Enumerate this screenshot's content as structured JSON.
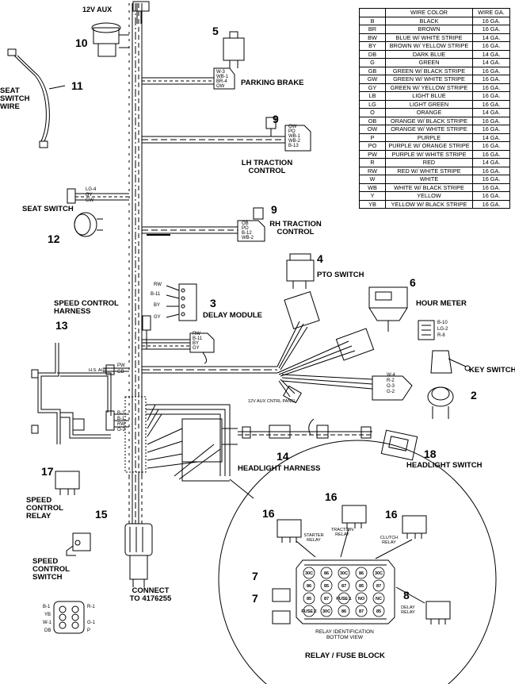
{
  "wire_table": {
    "headers": [
      "",
      "WIRE COLOR",
      "WIRE GA."
    ],
    "rows": [
      [
        "B",
        "BLACK",
        "16 GA."
      ],
      [
        "BR",
        "BROWN",
        "16 GA."
      ],
      [
        "BW",
        "BLUE W/ WHITE STRIPE",
        "14 GA."
      ],
      [
        "BY",
        "BROWN W/ YELLOW STRIPE",
        "16 GA."
      ],
      [
        "DB",
        "DARK BLUE",
        "14 GA."
      ],
      [
        "G",
        "GREEN",
        "14 GA."
      ],
      [
        "GB",
        "GREEN W/ BLACK STRIPE",
        "16 GA."
      ],
      [
        "GW",
        "GREEN W/ WHITE STRIPE",
        "16 GA."
      ],
      [
        "GY",
        "GREEN W/ YELLOW STRIPE",
        "16 GA."
      ],
      [
        "LB",
        "LIGHT BLUE",
        "16 GA."
      ],
      [
        "LG",
        "LIGHT GREEN",
        "16 GA."
      ],
      [
        "O",
        "ORANGE",
        "14 GA."
      ],
      [
        "OB",
        "ORANGE W/ BLACK STRIPE",
        "16 GA."
      ],
      [
        "OW",
        "ORANGE W/ WHITE STRIPE",
        "16 GA."
      ],
      [
        "P",
        "PURPLE",
        "14 GA."
      ],
      [
        "PO",
        "PURPLE W/ ORANGE STRIPE",
        "16 GA."
      ],
      [
        "PW",
        "PURPLE W/ WHITE STRIPE",
        "16 GA."
      ],
      [
        "R",
        "RED",
        "14 GA."
      ],
      [
        "RW",
        "RED W/ WHITE STRIPE",
        "16 GA."
      ],
      [
        "W",
        "WHITE",
        "16 GA."
      ],
      [
        "WB",
        "WHITE W/ BLACK STRIPE",
        "16 GA."
      ],
      [
        "Y",
        "YELLOW",
        "16 GA."
      ],
      [
        "YB",
        "YELLOW W/ BLACK STRIPE",
        "16 GA."
      ]
    ]
  },
  "callouts": {
    "aux12v": "12V AUX",
    "n10": "10",
    "n5": "5",
    "parking_brake": "PARKING BRAKE",
    "n11": "11",
    "seat_switch_wire": "SEAT SWITCH WIRE",
    "n9a": "9",
    "lh_traction": "LH TRACTION CONTROL",
    "seat_switch": "SEAT SWITCH",
    "n12": "12",
    "n9b": "9",
    "rh_traction": "RH TRACTION CONTROL",
    "n4": "4",
    "pto_switch": "PTO SWITCH",
    "n3": "3",
    "delay_module": "DELAY MODULE",
    "n6": "6",
    "hour_meter": "HOUR METER",
    "speed_control_harness": "SPEED CONTROL HARNESS",
    "n13": "13",
    "key_switch": "KEY SWITCH",
    "n2": "2",
    "aux_cntrl_panel": "12V AUX CNTRL PANEL",
    "hs_aux": "H.S. AUX",
    "n18": "18",
    "headlight_switch": "HEADLIGHT SWITCH",
    "n14": "14",
    "headlight_harness": "HEADLIGHT HARNESS",
    "n17": "17",
    "speed_control_relay": "SPEED CONTROL RELAY",
    "n15": "15",
    "speed_control_switch": "SPEED CONTROL SWITCH",
    "connect_to": "CONNECT TO 4176255",
    "n16a": "16",
    "n16b": "16",
    "n16c": "16",
    "starter_relay": "STARTER RELAY",
    "traction_relay": "TRACTION RELAY",
    "clutch_relay": "CLUTCH RELAY",
    "n7a": "7",
    "n7b": "7",
    "n8": "8",
    "delay_relay": "DELAY RELAY",
    "relay_id": "RELAY IDENTIFICATION BOTTOM VIEW",
    "relay_fuse_block": "RELAY / FUSE BLOCK"
  },
  "pins": {
    "park": [
      "W-3",
      "WB-1",
      "BR-4",
      "OW"
    ],
    "lh": [
      "OW",
      "PO",
      "WB-1",
      "WB-2",
      "B-13"
    ],
    "rh": [
      "OB",
      "PO",
      "B-12",
      "WB-2"
    ],
    "delay": [
      "RW",
      "B-11",
      "BY",
      "GY"
    ],
    "delay2": [
      "RW",
      "B-11",
      "BY",
      "GY"
    ],
    "seat": [
      "LG-4",
      "GY",
      "GW"
    ],
    "hsaux": [
      "PW",
      "GB"
    ],
    "scr": [
      "B-2",
      "B-1",
      "RW",
      "O-2"
    ],
    "conn": [
      "B-1",
      "YB",
      "W-1",
      "DB",
      "R-1",
      "G-1",
      "P"
    ],
    "key": [
      "W-4",
      "R-2",
      "O-3",
      "G-2"
    ],
    "meter": [
      "B-10",
      "LG-2",
      "R-8"
    ],
    "fuse": [
      "30C",
      "86",
      "30C",
      "86",
      "30C",
      "86",
      "85",
      "87",
      "85",
      "87",
      "85",
      "87",
      "FUSE 1",
      "NO",
      "NC",
      "FUSE 2",
      "30C",
      "86",
      "87",
      "85",
      "NO"
    ]
  }
}
